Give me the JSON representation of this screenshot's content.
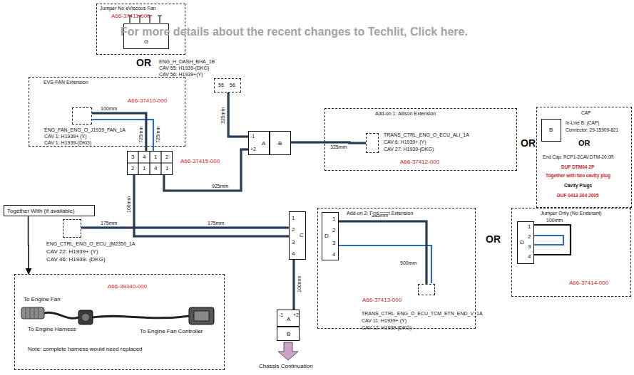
{
  "diagram": {
    "nodes": [
      {
        "text": [
          "Jumper No eViscous Fan",
          "A66-37411-000"
        ]
      },
      {
        "text": [
          "G"
        ],
        "in": 0
      },
      {
        "text": [
          "EVS-FAN Extension",
          "A66-37410-000"
        ]
      },
      {
        "text": [
          "ENG_FAN_ENG_O_J1939_FAN_1A",
          "CAV 1: H1939+ (Y)",
          "CAV 1: H1939-(DKG)"
        ],
        "in": 2
      },
      {
        "text": [
          "ENG_H_DASH_BHA_1B",
          "CAV 55: H1939-(DKG)",
          "CAV 56: H1939+(Y)",
          "55",
          "56"
        ]
      },
      {
        "text": [
          "3",
          "4",
          "1",
          "2",
          "2",
          "1",
          "4",
          "1"
        ]
      },
      {
        "text": [
          "A",
          "-1",
          "+2"
        ]
      },
      {
        "text": [
          "B"
        ]
      },
      {
        "text": [
          "Add-on 1: Allison Extension",
          "A66-37412-000"
        ]
      },
      {
        "text": [
          "TRANS_CTRL_ENG_O_ECU_ALI_1A",
          "CAV 6: H1939+ (Y)",
          "CAV 27: H1939-(DKG)"
        ],
        "in": 8
      },
      {
        "text": [
          "CAP",
          "In-Line B: (CAP)",
          "Connector: 29-15909-821",
          "OR",
          "End Cap: RCP1-2CAV.DTM-20.0R",
          "DUF DTM04 2P",
          "Together with two cavity plug",
          "Cavity Plugs",
          "DUF 0413 204 2005"
        ]
      },
      {
        "text": [
          "B"
        ],
        "in": 10
      },
      {
        "text": [
          "ENG_CTRL_ENG_O_ECU_(M2350_1A",
          "CAV 22: H1939+ (Y)",
          "CAV 46: H1939- (DKG)"
        ]
      },
      {
        "text": [
          "1",
          "2",
          "3",
          "4",
          "C"
        ]
      },
      {
        "text": [
          "Add-on 2: Endurant Extension",
          "A66-37413-000"
        ]
      },
      {
        "text": [
          "D",
          "1",
          "2",
          "3",
          "4"
        ],
        "in": 14
      },
      {
        "text": [
          "TRANS_CTRL_ENG_O_ECU_TCM_ETN_END_V_1A",
          "CAV 11: H1939+ (Y)",
          "CAV 12: H1939-(DKG)"
        ],
        "in": 14
      },
      {
        "text": [
          "Jumper Only (No Endurant)",
          "A66-37414-000"
        ]
      },
      {
        "text": [
          "D",
          "1",
          "2",
          "3",
          "4"
        ],
        "in": 17
      },
      {
        "text": [
          "-1",
          "A",
          "+2"
        ]
      },
      {
        "text": [
          "B"
        ]
      },
      {
        "text": [
          "Together With (if available)"
        ]
      },
      {
        "text": [
          "To Engine Fan",
          "A66-39340-000",
          "To Engine Harness",
          "To Engine Fan Controller",
          "Note: complete harness would need replaced"
        ]
      }
    ],
    "edges": [
      {
        "from": 3,
        "to": 5,
        "arrow": "none"
      },
      {
        "from": 4,
        "to": 6,
        "arrow": "none"
      },
      {
        "from": 5,
        "to": 6,
        "arrow": "none"
      },
      {
        "from": 7,
        "to": 9,
        "arrow": "none"
      },
      {
        "from": 12,
        "to": 13,
        "arrow": "none"
      },
      {
        "from": 5,
        "to": 13,
        "arrow": "none"
      },
      {
        "from": 13,
        "to": 19,
        "arrow": "none"
      },
      {
        "from": 15,
        "to": 16,
        "arrow": "none"
      },
      {
        "from": 21,
        "to": 22,
        "arrow": "to"
      }
    ],
    "labels": [
      "For more details about the recent changes to Techlit, Click here.",
      "OR",
      "100mm",
      "725mm",
      "725mm",
      "325mm",
      "A66-37415-000",
      "925mm",
      "325mm",
      "OR",
      "100mm",
      "175mm",
      "175mm",
      "OR",
      "100mm",
      "385mm",
      "500mm",
      "100mm",
      "Chassis Continuation"
    ]
  }
}
